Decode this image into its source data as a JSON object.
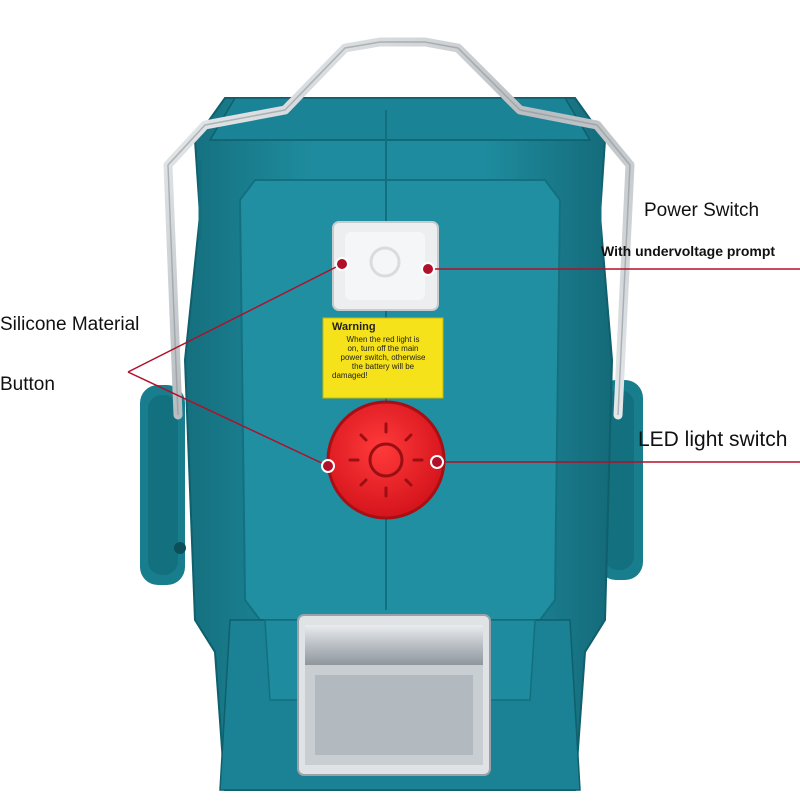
{
  "labels": {
    "power_switch": "Power Switch",
    "undervoltage": "With undervoltage prompt",
    "silicone_material": "Silicone Material",
    "button": "Button",
    "led_light_switch": "LED light switch"
  },
  "warning_sticker": {
    "title": "Warning",
    "lines": [
      "When the red light is",
      "on, turn off the main",
      "power switch, otherwise",
      "the battery will be",
      "damaged!"
    ]
  },
  "colors": {
    "body_teal": "#1f8ea0",
    "body_dark": "#136d7c",
    "button_red": "#e8222a",
    "sticker_yellow": "#f6e21a",
    "callout_red": "#b0102a",
    "handle_silver": "#cfd3d6"
  },
  "icons": [
    "sun-icon"
  ]
}
